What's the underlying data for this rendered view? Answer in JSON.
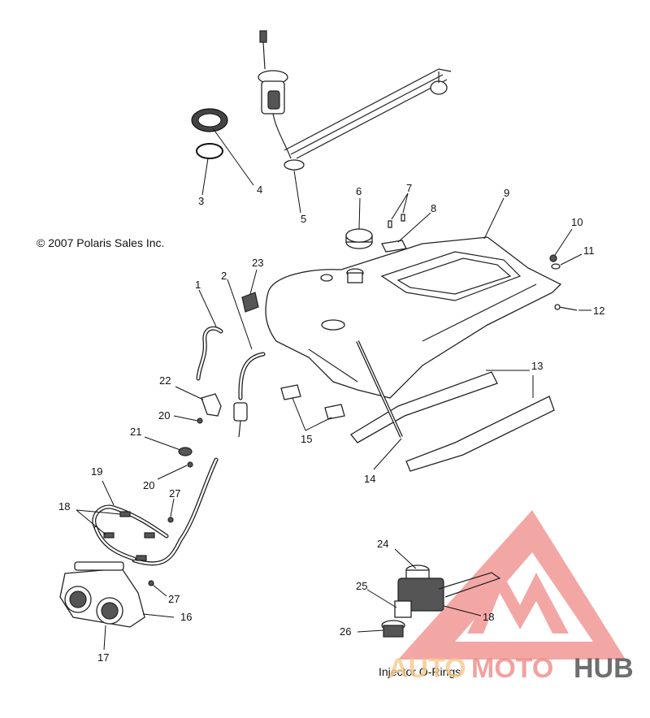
{
  "copyright": "© 2007 Polaris Sales Inc.",
  "caption": "Injector O-Rings",
  "watermark": {
    "text_a": "AUTO",
    "text_b": "MOTO",
    "text_c": "HUB",
    "color_red": "#f08a86",
    "color_orange": "#f7c98a",
    "color_gray": "#555555"
  },
  "callouts": {
    "c1": "1",
    "c2": "2",
    "c3": "3",
    "c4": "4",
    "c5": "5",
    "c6": "6",
    "c7": "7",
    "c8": "8",
    "c9": "9",
    "c10": "10",
    "c11": "11",
    "c12": "12",
    "c13": "13",
    "c14": "14",
    "c15": "15",
    "c16": "16",
    "c17": "17",
    "c18a": "18",
    "c18b": "18",
    "c19": "19",
    "c20a": "20",
    "c20b": "20",
    "c21": "21",
    "c22": "22",
    "c23": "23",
    "c24": "24",
    "c25": "25",
    "c26": "26",
    "c27a": "27",
    "c27b": "27"
  }
}
